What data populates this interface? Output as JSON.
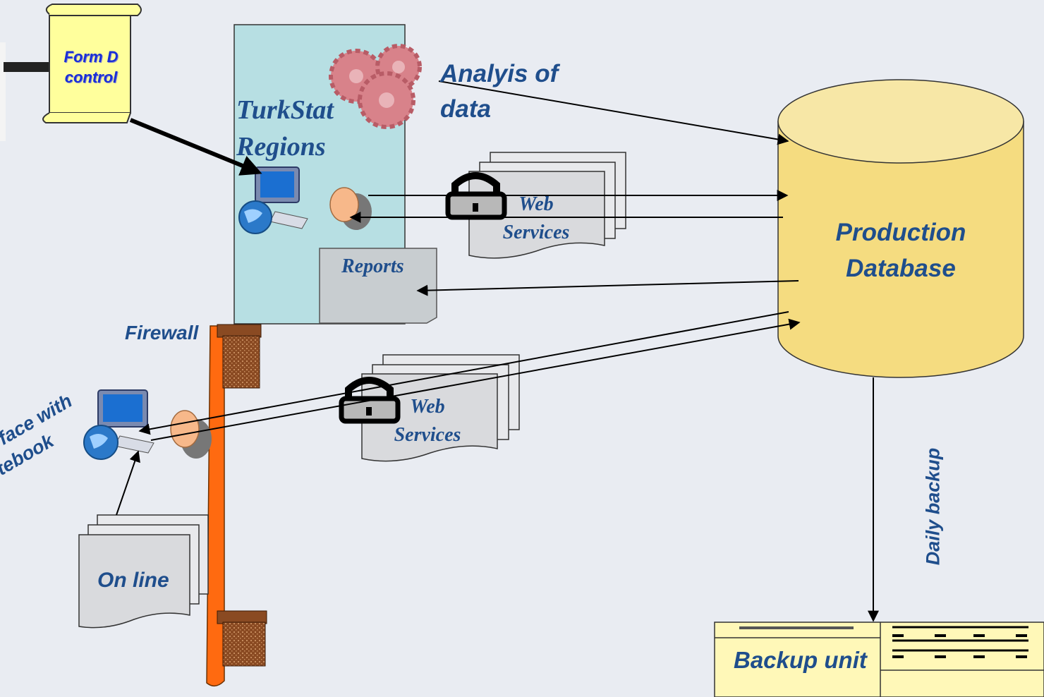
{
  "labels": {
    "form_d": "Form D\ncontrol",
    "region_title": "TurkStat\nRegions",
    "analysis": "Analyis of\ndata",
    "web_services_top": "Web\nServices",
    "production_db": "Production\nDatabase",
    "reports": "Reports",
    "firewall": "Firewall",
    "web_services_bottom": "Web\nServices",
    "face_to_face": "o face with\ntebook",
    "online": "On line",
    "daily_backup": "Daily backup",
    "backup_unit": "Backup unit"
  },
  "colors": {
    "background": "#e9ecf2",
    "label_text": "#1f4e8c",
    "region_fill": "#b7dfe3",
    "database_fill": "#f5dc80",
    "database_top": "#f7e7a6",
    "scroll_fill": "#ffff9c",
    "firewall_orange": "#ff6a10",
    "brick": "#8a4a22",
    "document_fill": "#d9dadd",
    "gear": "#d8828a",
    "cloud": "#f7b88a"
  },
  "icons": [
    "scroll-icon",
    "gears-icon",
    "computer-icon",
    "cloud-icon",
    "padlock-icon",
    "document-stack-icon",
    "database-icon",
    "firewall-icon",
    "backup-unit-icon"
  ]
}
